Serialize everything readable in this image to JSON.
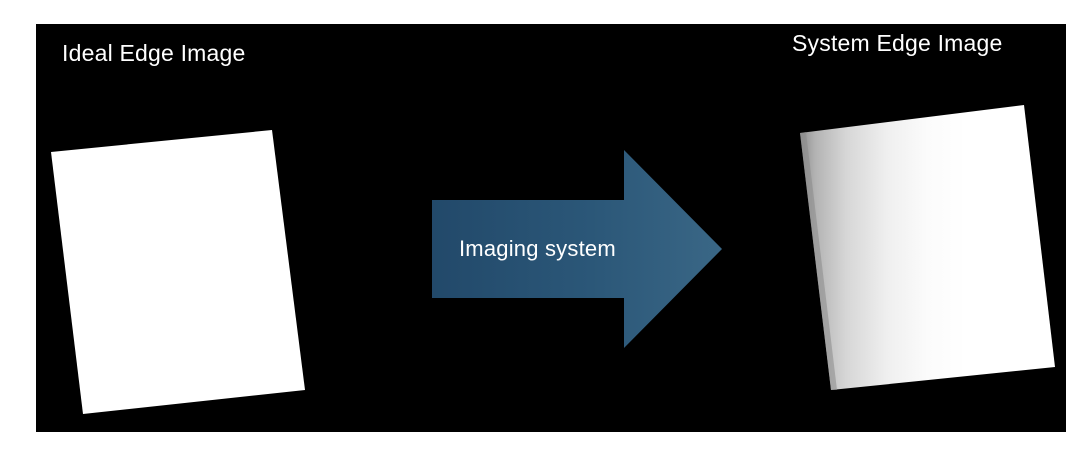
{
  "diagram": {
    "left_title": "Ideal Edge Image",
    "right_title": "System Edge Image",
    "arrow_label": "Imaging system",
    "colors": {
      "background": "#000000",
      "arrow_dark": "#22496a",
      "arrow_light": "#3a6786",
      "ideal_image": "#ffffff",
      "system_edge_dark": "#9c9c9c",
      "system_edge_light": "#ffffff"
    }
  }
}
